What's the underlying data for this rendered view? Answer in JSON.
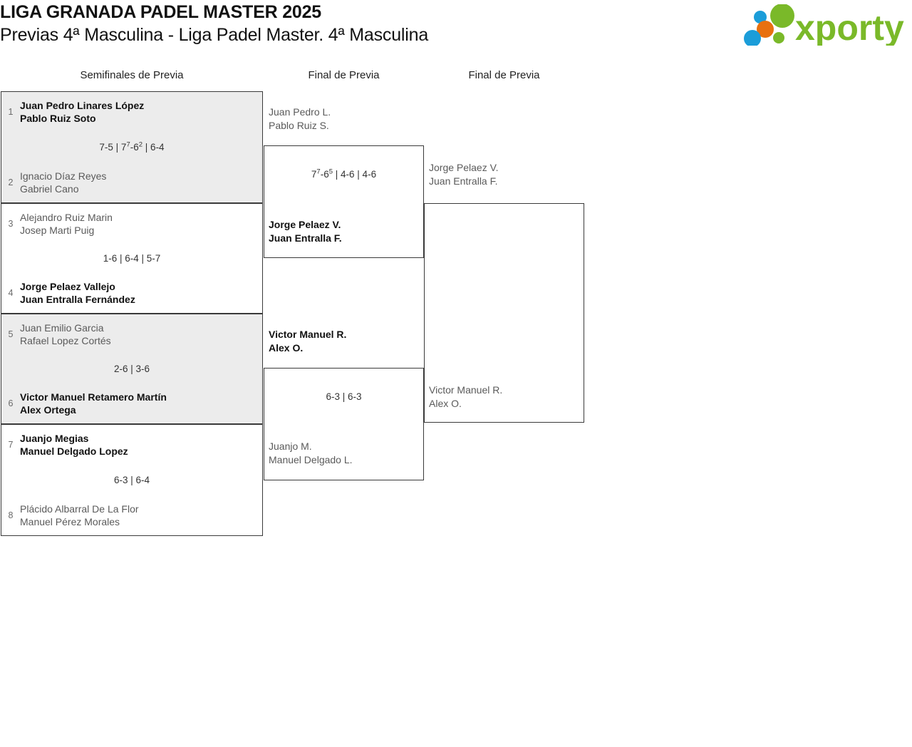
{
  "header": {
    "title_line1": "LIGA GRANADA PADEL MASTER 2025",
    "title_line2": "Previas 4ª Masculina - Liga Padel Master. 4ª Masculina",
    "logo_text": "xporty",
    "logo_colors": {
      "green": "#7ab929",
      "orange": "#e8700f",
      "blue": "#1b9dd9"
    }
  },
  "rounds": [
    {
      "label": "Semifinales de Previa"
    },
    {
      "label": "Final de Previa"
    },
    {
      "label": "Final de Previa"
    }
  ],
  "round1": [
    {
      "top": {
        "seed": "1",
        "p1": "Juan Pedro Linares López",
        "p2": "Pablo Ruiz Soto",
        "winner": true
      },
      "bottom": {
        "seed": "2",
        "p1": "Ignacio Díaz Reyes",
        "p2": "Gabriel Cano",
        "winner": false
      },
      "score_sets": [
        {
          "a": "7",
          "a_sup": "",
          "b": "5",
          "b_sup": ""
        },
        {
          "a": "7",
          "a_sup": "7",
          "b": "6",
          "b_sup": "2"
        },
        {
          "a": "6",
          "a_sup": "",
          "b": "4",
          "b_sup": ""
        }
      ]
    },
    {
      "top": {
        "seed": "3",
        "p1": "Alejandro Ruiz Marin",
        "p2": "Josep Marti Puig",
        "winner": false
      },
      "bottom": {
        "seed": "4",
        "p1": "Jorge Pelaez Vallejo",
        "p2": "Juan Entralla Fernández",
        "winner": true
      },
      "score_sets": [
        {
          "a": "1",
          "a_sup": "",
          "b": "6",
          "b_sup": ""
        },
        {
          "a": "6",
          "a_sup": "",
          "b": "4",
          "b_sup": ""
        },
        {
          "a": "5",
          "a_sup": "",
          "b": "7",
          "b_sup": ""
        }
      ]
    },
    {
      "top": {
        "seed": "5",
        "p1": "Juan Emilio Garcia",
        "p2": "Rafael Lopez Cortés",
        "winner": false
      },
      "bottom": {
        "seed": "6",
        "p1": "Victor Manuel Retamero Martín",
        "p2": "Alex Ortega",
        "winner": true
      },
      "score_sets": [
        {
          "a": "2",
          "a_sup": "",
          "b": "6",
          "b_sup": ""
        },
        {
          "a": "3",
          "a_sup": "",
          "b": "6",
          "b_sup": ""
        }
      ]
    },
    {
      "top": {
        "seed": "7",
        "p1": "Juanjo Megias",
        "p2": "Manuel Delgado Lopez",
        "winner": true
      },
      "bottom": {
        "seed": "8",
        "p1": "Plácido Albarral De La Flor",
        "p2": "Manuel Pérez Morales",
        "winner": false
      },
      "score_sets": [
        {
          "a": "6",
          "a_sup": "",
          "b": "3",
          "b_sup": ""
        },
        {
          "a": "6",
          "a_sup": "",
          "b": "4",
          "b_sup": ""
        }
      ]
    }
  ],
  "round2": [
    {
      "top": {
        "p1": "Juan Pedro L.",
        "p2": "Pablo Ruiz S.",
        "winner": false
      },
      "bottom": {
        "p1": "Jorge Pelaez V.",
        "p2": "Juan Entralla F.",
        "winner": true
      },
      "score_sets": [
        {
          "a": "7",
          "a_sup": "7",
          "b": "6",
          "b_sup": "5"
        },
        {
          "a": "4",
          "a_sup": "",
          "b": "6",
          "b_sup": ""
        },
        {
          "a": "4",
          "a_sup": "",
          "b": "6",
          "b_sup": ""
        }
      ]
    },
    {
      "top": {
        "p1": "Victor Manuel R.",
        "p2": "Alex O.",
        "winner": true
      },
      "bottom": {
        "p1": "Juanjo M.",
        "p2": "Manuel Delgado L.",
        "winner": false
      },
      "score_sets": [
        {
          "a": "6",
          "a_sup": "",
          "b": "3",
          "b_sup": ""
        },
        {
          "a": "6",
          "a_sup": "",
          "b": "3",
          "b_sup": ""
        }
      ]
    }
  ],
  "round3": [
    {
      "top": {
        "p1": "Jorge Pelaez V.",
        "p2": "Juan Entralla F.",
        "winner": false
      },
      "bottom": {
        "p1": "Victor Manuel R.",
        "p2": "Alex O.",
        "winner": false
      },
      "score_sets": []
    }
  ]
}
